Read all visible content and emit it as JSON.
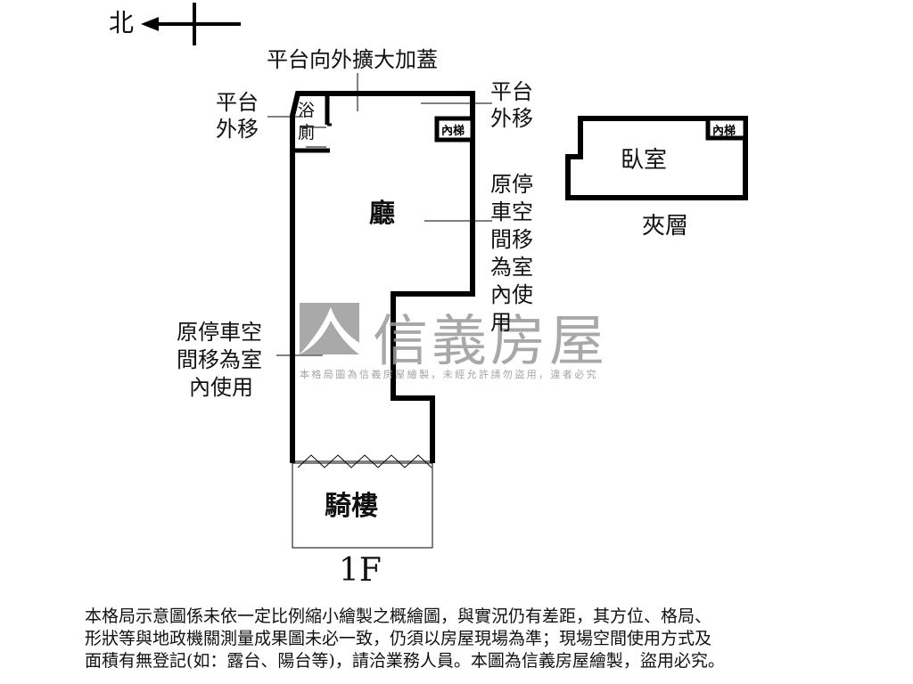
{
  "compass": {
    "direction_label": "北",
    "icon": "north-arrow-icon"
  },
  "floor_1f": {
    "floor_label": "1F",
    "rooms": {
      "living_room": "廳",
      "bathroom_line1": "浴",
      "bathroom_line2": "廁",
      "inner_stair": "內梯",
      "arcade": "騎樓"
    },
    "annotations": {
      "platform_expansion": "平台向外擴大加蓋",
      "platform_shift_left": "平台外移",
      "platform_shift_right": "平台外移",
      "parking_converted_right": "原停車空間移為室內使用",
      "parking_converted_left_line1": "原停車空",
      "parking_converted_left_line2": "間移為室",
      "parking_converted_left_line3": "內使用"
    }
  },
  "mezzanine": {
    "floor_label": "夾層",
    "rooms": {
      "bedroom": "臥室",
      "inner_stair": "內梯"
    }
  },
  "watermark": {
    "brand": "信義房屋",
    "notice": "本格局圖為信義房屋繪製，未經允許請勿盜用，違者必究"
  },
  "disclaimer": {
    "line1": "本格局示意圖係未依一定比例縮小繪製之概繪圖，與實況仍有差距，其方位、格局、",
    "line2": "形狀等與地政機關測量成果圖未必一致，仍須以房屋現場為準；現場空間使用方式及",
    "line3": "面積有無登記(如：露台、陽台等)，請洽業務人員。本圖為信義房屋繪製，盜用必究。"
  },
  "colors": {
    "wall": "#000000",
    "watermark": "#9a9a9a",
    "background": "#ffffff"
  }
}
